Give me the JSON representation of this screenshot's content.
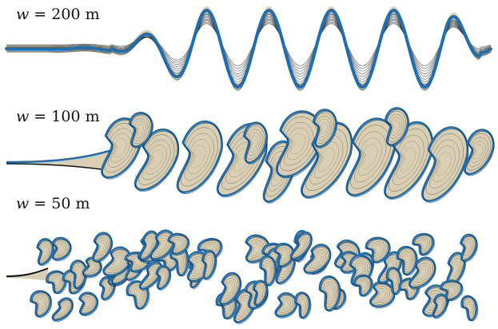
{
  "panels": [
    {
      "id": "w200",
      "var": "w",
      "eq": " = ",
      "value": "200",
      "unit": " m",
      "fill": "#d9cfb4",
      "edge": "#1f6eb0",
      "line": "#2a2a2a"
    },
    {
      "id": "w100",
      "var": "w",
      "eq": " = ",
      "value": "100",
      "unit": " m",
      "fill": "#d9cfb4",
      "edge": "#1f6eb0",
      "line": "#2a2a2a"
    },
    {
      "id": "w50",
      "var": "w",
      "eq": " = ",
      "value": "50",
      "unit": " m",
      "fill": "#d9cfb4",
      "edge": "#1f6eb0",
      "line": "#2a2a2a"
    }
  ]
}
